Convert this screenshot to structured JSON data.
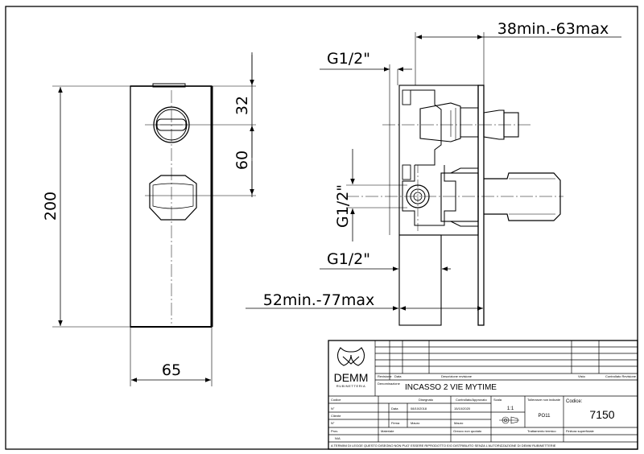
{
  "dimensions": {
    "height_total": "200",
    "width": "65",
    "top_offset": "32",
    "center_distance": "60",
    "depth_range": "38min.-63max",
    "depth_range_lower": "52min.-77max",
    "thread_top": "G1/2\"",
    "thread_middle": "G1/2\"",
    "thread_bottom": "G1/2\""
  },
  "title_block": {
    "brand": "DEMM",
    "brand_sub": "RUBINETTERIA",
    "revision_label": "Revisione",
    "date_label": "Data",
    "description_label": "Descrizione revisione",
    "visto_label": "Visto",
    "controlled_label": "Controllato Revisione",
    "denomination_label": "Denominazione",
    "product_name": "INCASSO 2 VIE MYTIME",
    "drawn_label": "Disegnato",
    "checked_label": "Controllato/Approvato",
    "scale_label": "Scala",
    "scale_value": "1:1",
    "tolerance_label": "Tolleranze non indicate",
    "tolerance_value": "PO11",
    "code_label": "Codice:",
    "code_value": "7150",
    "codice_label": "Codice",
    "n_label": "N°",
    "row_date_label": "Data",
    "drawn_date": "08/10/2018",
    "approved_date": "15/10/2020",
    "signature_label": "Firma",
    "drawn_by": "Mauro",
    "approved_by": "Mauro",
    "surface_label": "Finitura superficiale",
    "material_label": "Materiale",
    "weight_label": "Grezzo non quotato",
    "treatment_label": "Trattamento termico",
    "cliente_label": "Cliente",
    "prov_label": "Prov.",
    "na_value": "N/A",
    "legal_notice": "A TERMINI DI LEGGE QUESTO DISEGNO NON PUO' ESSERE RIPRODOTTO E/O DISTRIBUITO SENZA L'AUTORIZZAZIONE DI DEMM RUBINETTERIE"
  }
}
